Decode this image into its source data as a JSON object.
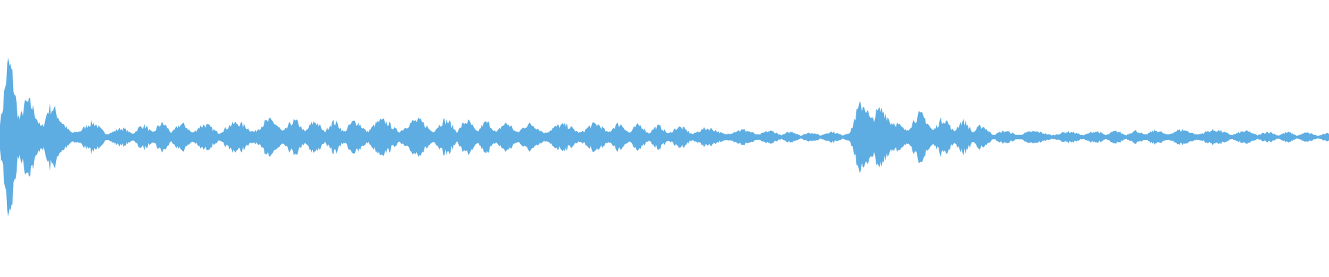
{
  "waveform": {
    "color": "#5DADE2",
    "background": "#FFFFFF",
    "amplitude_envelope": [
      {
        "t": 0.0,
        "a": 0.62
      },
      {
        "t": 0.006,
        "a": 1.0
      },
      {
        "t": 0.014,
        "a": 0.72
      },
      {
        "t": 0.022,
        "a": 0.45
      },
      {
        "t": 0.03,
        "a": 0.35
      },
      {
        "t": 0.036,
        "a": 0.52
      },
      {
        "t": 0.045,
        "a": 0.25
      },
      {
        "t": 0.06,
        "a": 0.12
      },
      {
        "t": 0.07,
        "a": 0.2
      },
      {
        "t": 0.085,
        "a": 0.1
      },
      {
        "t": 0.12,
        "a": 0.18
      },
      {
        "t": 0.16,
        "a": 0.16
      },
      {
        "t": 0.2,
        "a": 0.22
      },
      {
        "t": 0.25,
        "a": 0.2
      },
      {
        "t": 0.3,
        "a": 0.22
      },
      {
        "t": 0.34,
        "a": 0.22
      },
      {
        "t": 0.38,
        "a": 0.18
      },
      {
        "t": 0.42,
        "a": 0.16
      },
      {
        "t": 0.46,
        "a": 0.18
      },
      {
        "t": 0.5,
        "a": 0.14
      },
      {
        "t": 0.54,
        "a": 0.11
      },
      {
        "t": 0.58,
        "a": 0.08
      },
      {
        "t": 0.61,
        "a": 0.06
      },
      {
        "t": 0.64,
        "a": 0.08
      },
      {
        "t": 0.652,
        "a": 0.72
      },
      {
        "t": 0.66,
        "a": 0.55
      },
      {
        "t": 0.67,
        "a": 0.2
      },
      {
        "t": 0.69,
        "a": 0.3
      },
      {
        "t": 0.705,
        "a": 0.25
      },
      {
        "t": 0.73,
        "a": 0.2
      },
      {
        "t": 0.75,
        "a": 0.08
      },
      {
        "t": 0.8,
        "a": 0.07
      },
      {
        "t": 0.85,
        "a": 0.08
      },
      {
        "t": 0.9,
        "a": 0.1
      },
      {
        "t": 0.95,
        "a": 0.07
      },
      {
        "t": 1.0,
        "a": 0.05
      }
    ]
  }
}
